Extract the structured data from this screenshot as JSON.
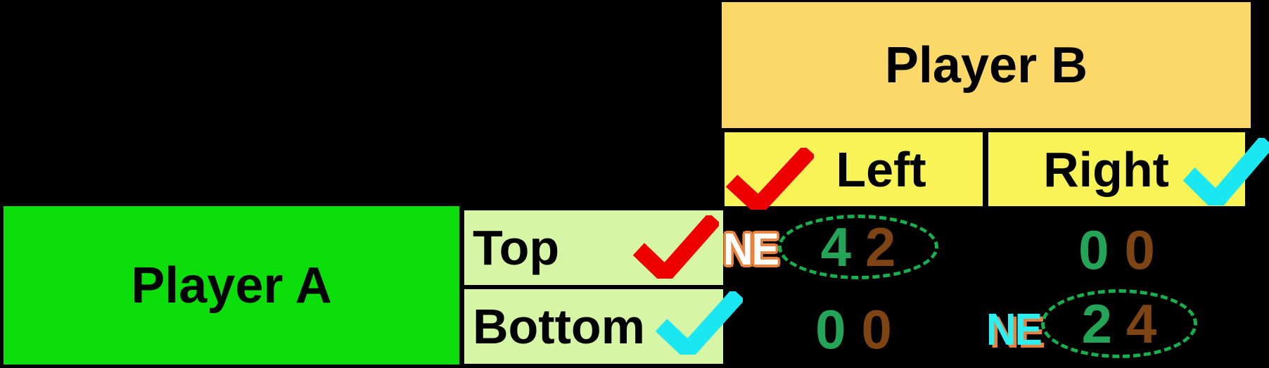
{
  "game": {
    "col_player": "Player B",
    "row_player": "Player A",
    "col_strategies": [
      "Left",
      "Right"
    ],
    "row_strategies": [
      "Top",
      "Bottom"
    ],
    "ne_label": "NE",
    "cells": {
      "top_left": {
        "a": "4",
        "b": "2",
        "nash": true
      },
      "top_right": {
        "a": "0",
        "b": "0",
        "nash": false
      },
      "bottom_left": {
        "a": "0",
        "b": "0",
        "nash": false
      },
      "bottom_right": {
        "a": "2",
        "b": "4",
        "nash": true
      }
    },
    "checkmarks": {
      "red_pair": [
        "Top",
        "Left"
      ],
      "cyan_pair": [
        "Bottom",
        "Right"
      ]
    }
  },
  "colors": {
    "bg": "#000000",
    "player_b_fill": "#FBD868",
    "player_a_fill": "#0CDE0C",
    "strategy_col_fill": "#F8F457",
    "strategy_row_fill": "#D6F6A5",
    "payoff_a_color": "#23A457",
    "payoff_b_color": "#7E4414",
    "nash_ellipse": "#17B04E",
    "ne_outline": "#E8823C",
    "ne_top_fill": "#FFFFFF",
    "ne_bottom_fill": "#2EEFF0",
    "check_red": "#EE0000",
    "check_cyan": "#1BE7F2",
    "label_text": "#000000"
  }
}
